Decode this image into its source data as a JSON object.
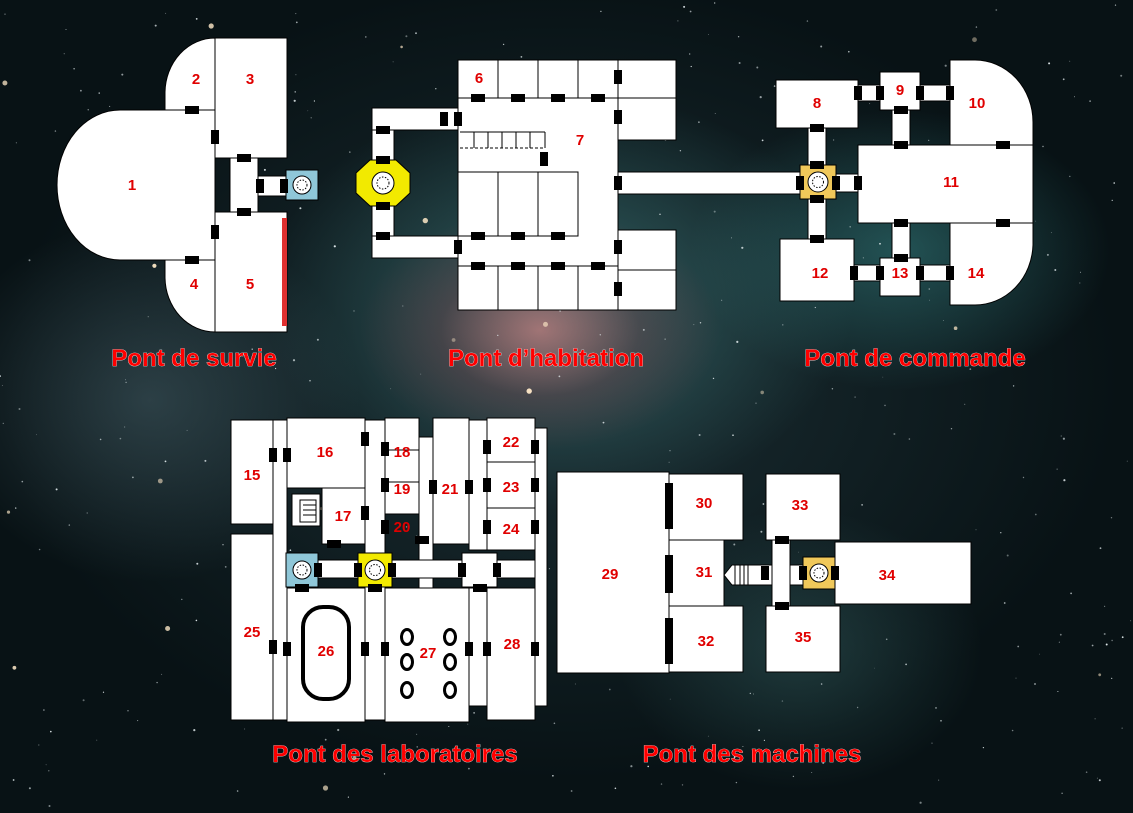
{
  "decks": [
    {
      "id": "survie",
      "name": "Pont de survie"
    },
    {
      "id": "habitation",
      "name": "Pont d’habitation"
    },
    {
      "id": "commande",
      "name": "Pont de commande"
    },
    {
      "id": "laboratoires",
      "name": "Pont des laboratoires"
    },
    {
      "id": "machines",
      "name": "Pont des machines"
    }
  ],
  "rooms": [
    "1",
    "2",
    "3",
    "4",
    "5",
    "6",
    "7",
    "8",
    "9",
    "10",
    "11",
    "12",
    "13",
    "14",
    "15",
    "16",
    "17",
    "18",
    "19",
    "20",
    "21",
    "22",
    "23",
    "24",
    "25",
    "26",
    "27",
    "28",
    "29",
    "30",
    "31",
    "32",
    "33",
    "34",
    "35"
  ],
  "colors": {
    "label": "#e00000",
    "room_fill": "#ffffff",
    "lift_blue": "#8fc7d8",
    "lift_yellow": "#f2ea00",
    "lift_gold": "#f0c85a",
    "hull_strip": "#e03030"
  },
  "icons": [
    "elevator-icon",
    "stairs-icon",
    "pod-icon"
  ]
}
